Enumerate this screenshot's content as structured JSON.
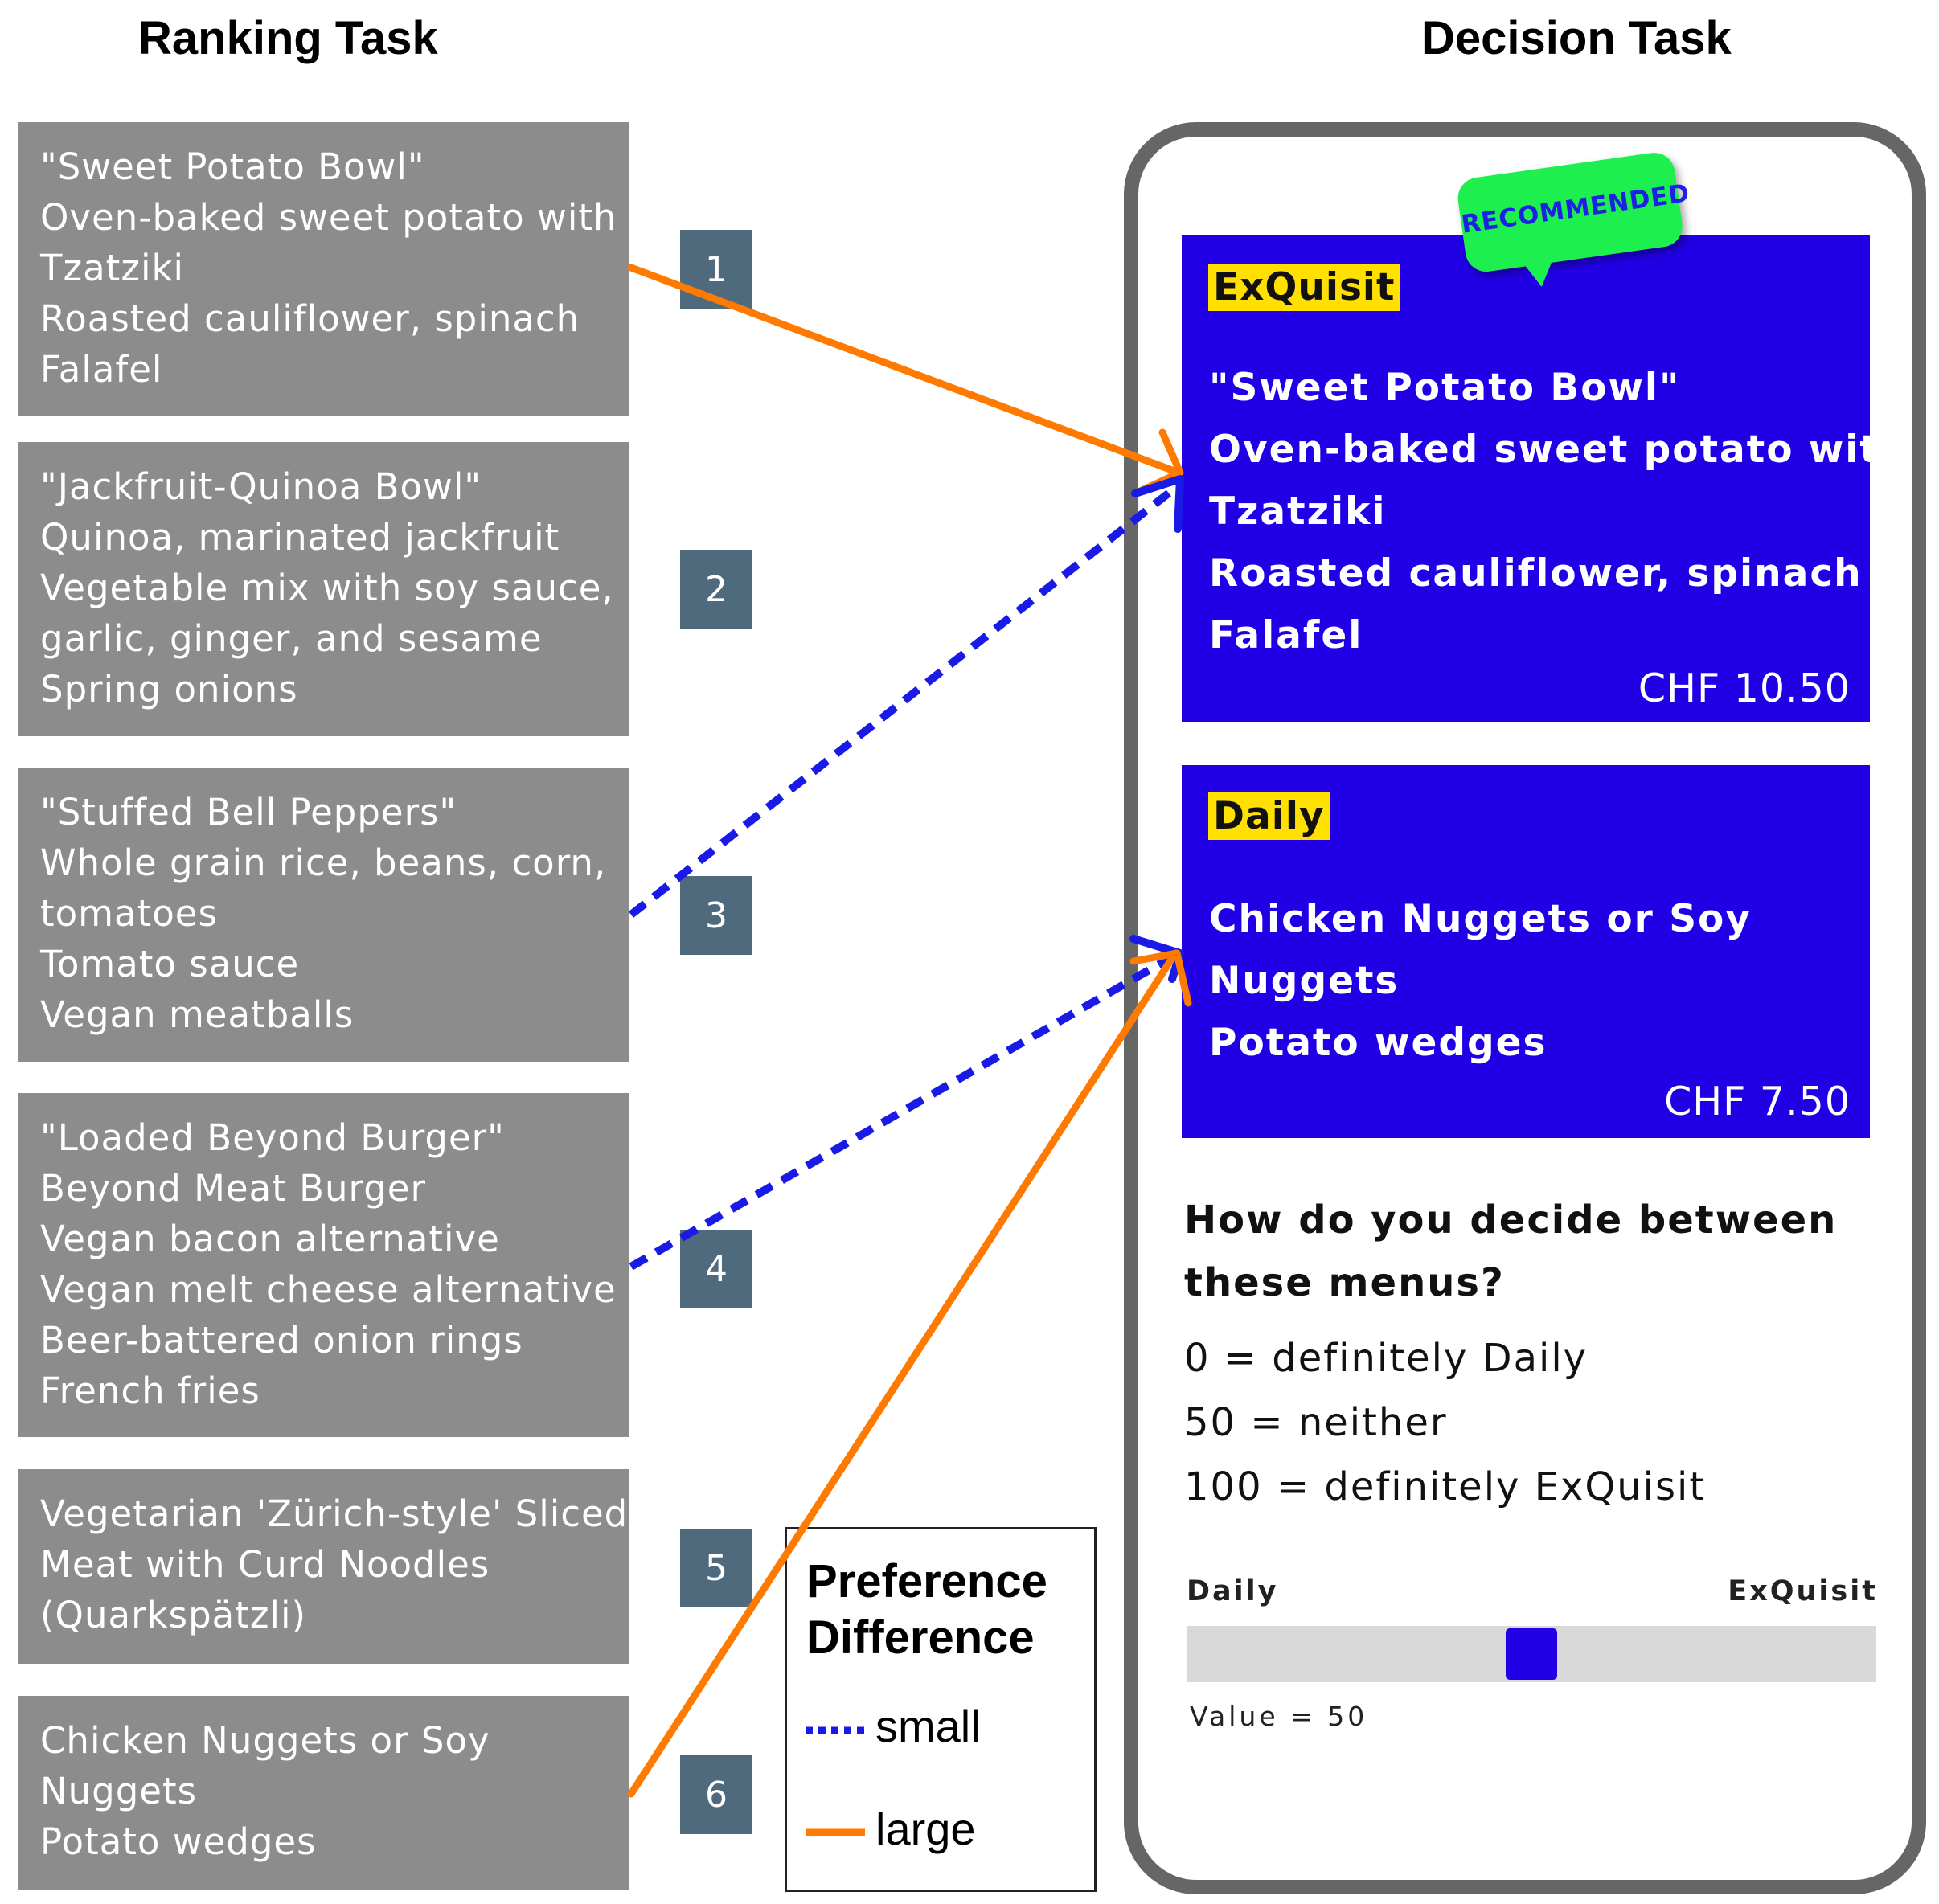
{
  "headings": {
    "ranking": "Ranking Task",
    "decision": "Decision Task"
  },
  "ranking_cards": [
    {
      "rank": "1",
      "lines": [
        "\"Sweet Potato Bowl\"",
        "Oven-baked sweet potato with",
        "Tzatziki",
        "Roasted cauliflower, spinach",
        "Falafel"
      ]
    },
    {
      "rank": "2",
      "lines": [
        "\"Jackfruit-Quinoa Bowl\"",
        "Quinoa, marinated jackfruit",
        "Vegetable mix with soy sauce,",
        "garlic, ginger, and sesame",
        "Spring onions"
      ]
    },
    {
      "rank": "3",
      "lines": [
        "\"Stuffed Bell Peppers\"",
        "Whole grain rice, beans, corn,",
        "tomatoes",
        "Tomato sauce",
        "Vegan meatballs"
      ]
    },
    {
      "rank": "4",
      "lines": [
        "\"Loaded Beyond Burger\"",
        "Beyond Meat Burger",
        "Vegan bacon alternative",
        "Vegan melt cheese alternative",
        "Beer-battered onion rings",
        "French fries"
      ]
    },
    {
      "rank": "5",
      "lines": [
        "Vegetarian 'Zürich-style' Sliced",
        "Meat with Curd Noodles",
        "(Quarkspätzli)"
      ]
    },
    {
      "rank": "6",
      "lines": [
        "Chicken Nuggets or Soy",
        "Nuggets",
        "Potato wedges"
      ]
    }
  ],
  "decision": {
    "recommended_badge": "RECOMMENDED",
    "menus": [
      {
        "tag": "ExQuisit",
        "lines": [
          "\"Sweet Potato Bowl\"",
          "Oven-baked sweet potato with",
          "Tzatziki",
          "Roasted cauliflower, spinach",
          "Falafel"
        ],
        "price": "CHF 10.50"
      },
      {
        "tag": "Daily",
        "lines": [
          "Chicken Nuggets or Soy",
          "Nuggets",
          "Potato wedges"
        ],
        "price": "CHF 7.50"
      }
    ],
    "question": [
      "How do you decide between",
      "these menus?"
    ],
    "scale": [
      "0 = definitely Daily",
      "50 = neither",
      "100 = definitely ExQuisit"
    ],
    "slider": {
      "left_label": "Daily",
      "right_label": "ExQuisit",
      "value": 50,
      "value_text": "Value = 50"
    }
  },
  "legend": {
    "title": [
      "Preference",
      "Difference"
    ],
    "items": [
      {
        "label": "small",
        "style": "dotted",
        "color": "#1a1ae6"
      },
      {
        "label": "large",
        "style": "solid",
        "color": "#ff7a00"
      }
    ]
  },
  "connections": [
    {
      "from_rank": "1",
      "to_menu": "ExQuisit",
      "difference": "large"
    },
    {
      "from_rank": "3",
      "to_menu": "ExQuisit",
      "difference": "small"
    },
    {
      "from_rank": "4",
      "to_menu": "Daily",
      "difference": "small"
    },
    {
      "from_rank": "6",
      "to_menu": "Daily",
      "difference": "large"
    }
  ],
  "colors": {
    "card_gray": "#8c8c8c",
    "badge_slate": "#4e6a7c",
    "menu_blue": "#2200e6",
    "tag_yellow": "#ffe000",
    "badge_green": "#1df04e",
    "large_orange": "#ff7a00",
    "small_blue": "#1a1ae6",
    "phone_frame": "#666666"
  }
}
